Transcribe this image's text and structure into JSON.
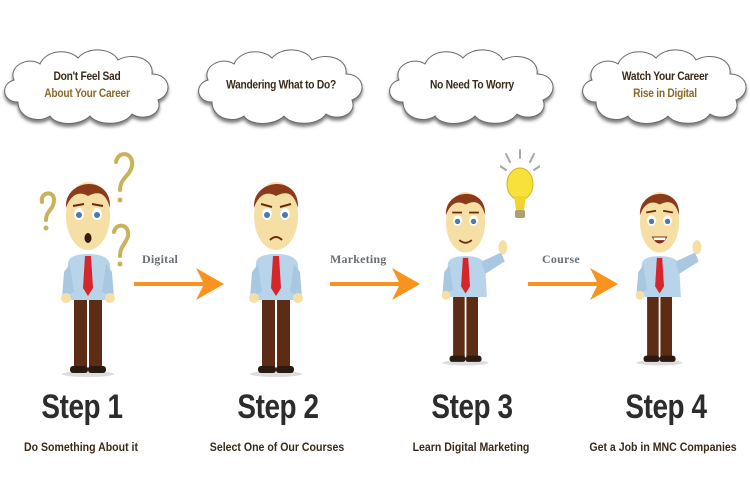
{
  "colors": {
    "arrow": "#f7931e",
    "arrow_label": "#6a6e78",
    "step_title": "#2c2c2c",
    "cloud_line1": "#3a2a1a",
    "cloud_line2": "#8a6a2a",
    "shirt": "#b8d4ea",
    "tie": "#d4262b",
    "pants": "#5c2c14",
    "hair": "#8b3a1a",
    "skin": "#f6dfa4",
    "bulb": "#f6e23a"
  },
  "steps": [
    {
      "thought": {
        "line1": "Don't Feel Sad",
        "line2": "About Your Career"
      },
      "title": "Step 1",
      "subtitle": "Do Something About it",
      "expression": "surprised",
      "accessory": "question-marks"
    },
    {
      "thought": {
        "line1": "Wandering What to Do?",
        "line2": ""
      },
      "title": "Step 2",
      "subtitle": "Select One of Our Courses",
      "expression": "sad",
      "accessory": ""
    },
    {
      "thought": {
        "line1": "No Need To Worry",
        "line2": ""
      },
      "title": "Step 3",
      "subtitle": "Learn Digital Marketing",
      "expression": "smile",
      "accessory": "light-bulb"
    },
    {
      "thought": {
        "line1": "Watch Your Career",
        "line2": "Rise in Digital"
      },
      "title": "Step 4",
      "subtitle": "Get a Job in MNC Companies",
      "expression": "happy",
      "accessory": ""
    }
  ],
  "arrows": [
    {
      "label": "Digital",
      "icon": "arrow-right-icon"
    },
    {
      "label": "Marketing",
      "icon": "arrow-right-icon"
    },
    {
      "label": "Course",
      "icon": "arrow-right-icon"
    }
  ]
}
